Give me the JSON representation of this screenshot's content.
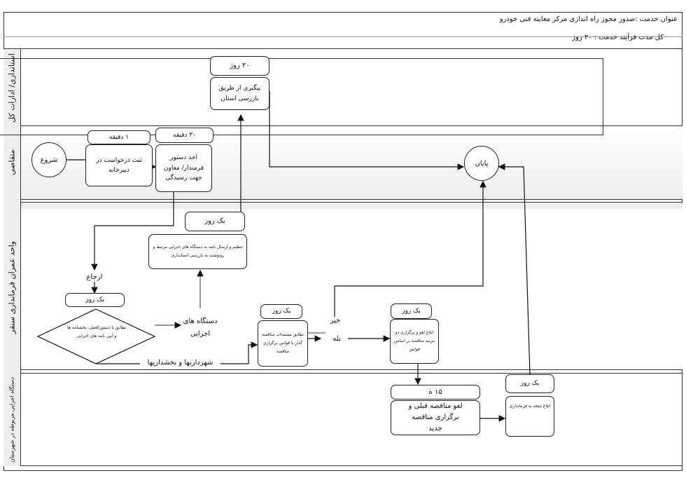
{
  "header": {
    "service_title": "عنوان خدمت :صدور مجوز راه اندازی مرکز معاینه فنی خودرو",
    "total_duration": "کل مدت فرآیند خدمت : ۲۰ روز"
  },
  "lanes": [
    {
      "label": "استانداری/ ادارات کل"
    },
    {
      "label": "متقاضی"
    },
    {
      "label": "واحد عمران فرمانداری سنقر"
    },
    {
      "label": "دستگاه اجرایی مربوطه در شهرستان"
    }
  ],
  "nodes": {
    "start": "شروع",
    "end": "پایان",
    "register_time": "۱ دقیقه",
    "register": "ثبت درخواست در دبیرخانه",
    "order_time": "۳۰ دقیقه",
    "order": "اخذ دستور فرمندار/ معاون جهت رسیدگی",
    "inspect_time": "۲۰ روز",
    "inspect": "پیگیری از طریق بازرسی استان",
    "letter_time": "یک روز",
    "letter": "تنظیم و ارسال نامه به دستگاه های اجرایی مرتبط و رونوشت به بازرسی استانداری",
    "refer": "ارجاع",
    "check_time": "یک روز",
    "check": "تطابق با دستورالعمل، بخشنامه ها و آیین نامه های اجرایی",
    "exec_agencies": "دستگاه های اجرایی",
    "municipalities": "شهرداریها و بخشداریها",
    "tender_check_time": "یک روز",
    "tender_check": "تطابق مستندات مناقصه گذار با قوانین برگزاری مناقصه",
    "no": "خیر",
    "yes": "بله",
    "notify_cancel_time": "یک روز",
    "notify_cancel": "ابلاغ لغو و برگزاری دو مرتبه مناقصه بر اساس قوانین",
    "new_tender_time": "۱۵ ه",
    "new_tender": "لغو مناقصه قبلی و برگزاری مناقصه جدید",
    "notify_result_time": "یک روز",
    "notify_result": "ابلاغ نتیجه به فرمانداری"
  }
}
